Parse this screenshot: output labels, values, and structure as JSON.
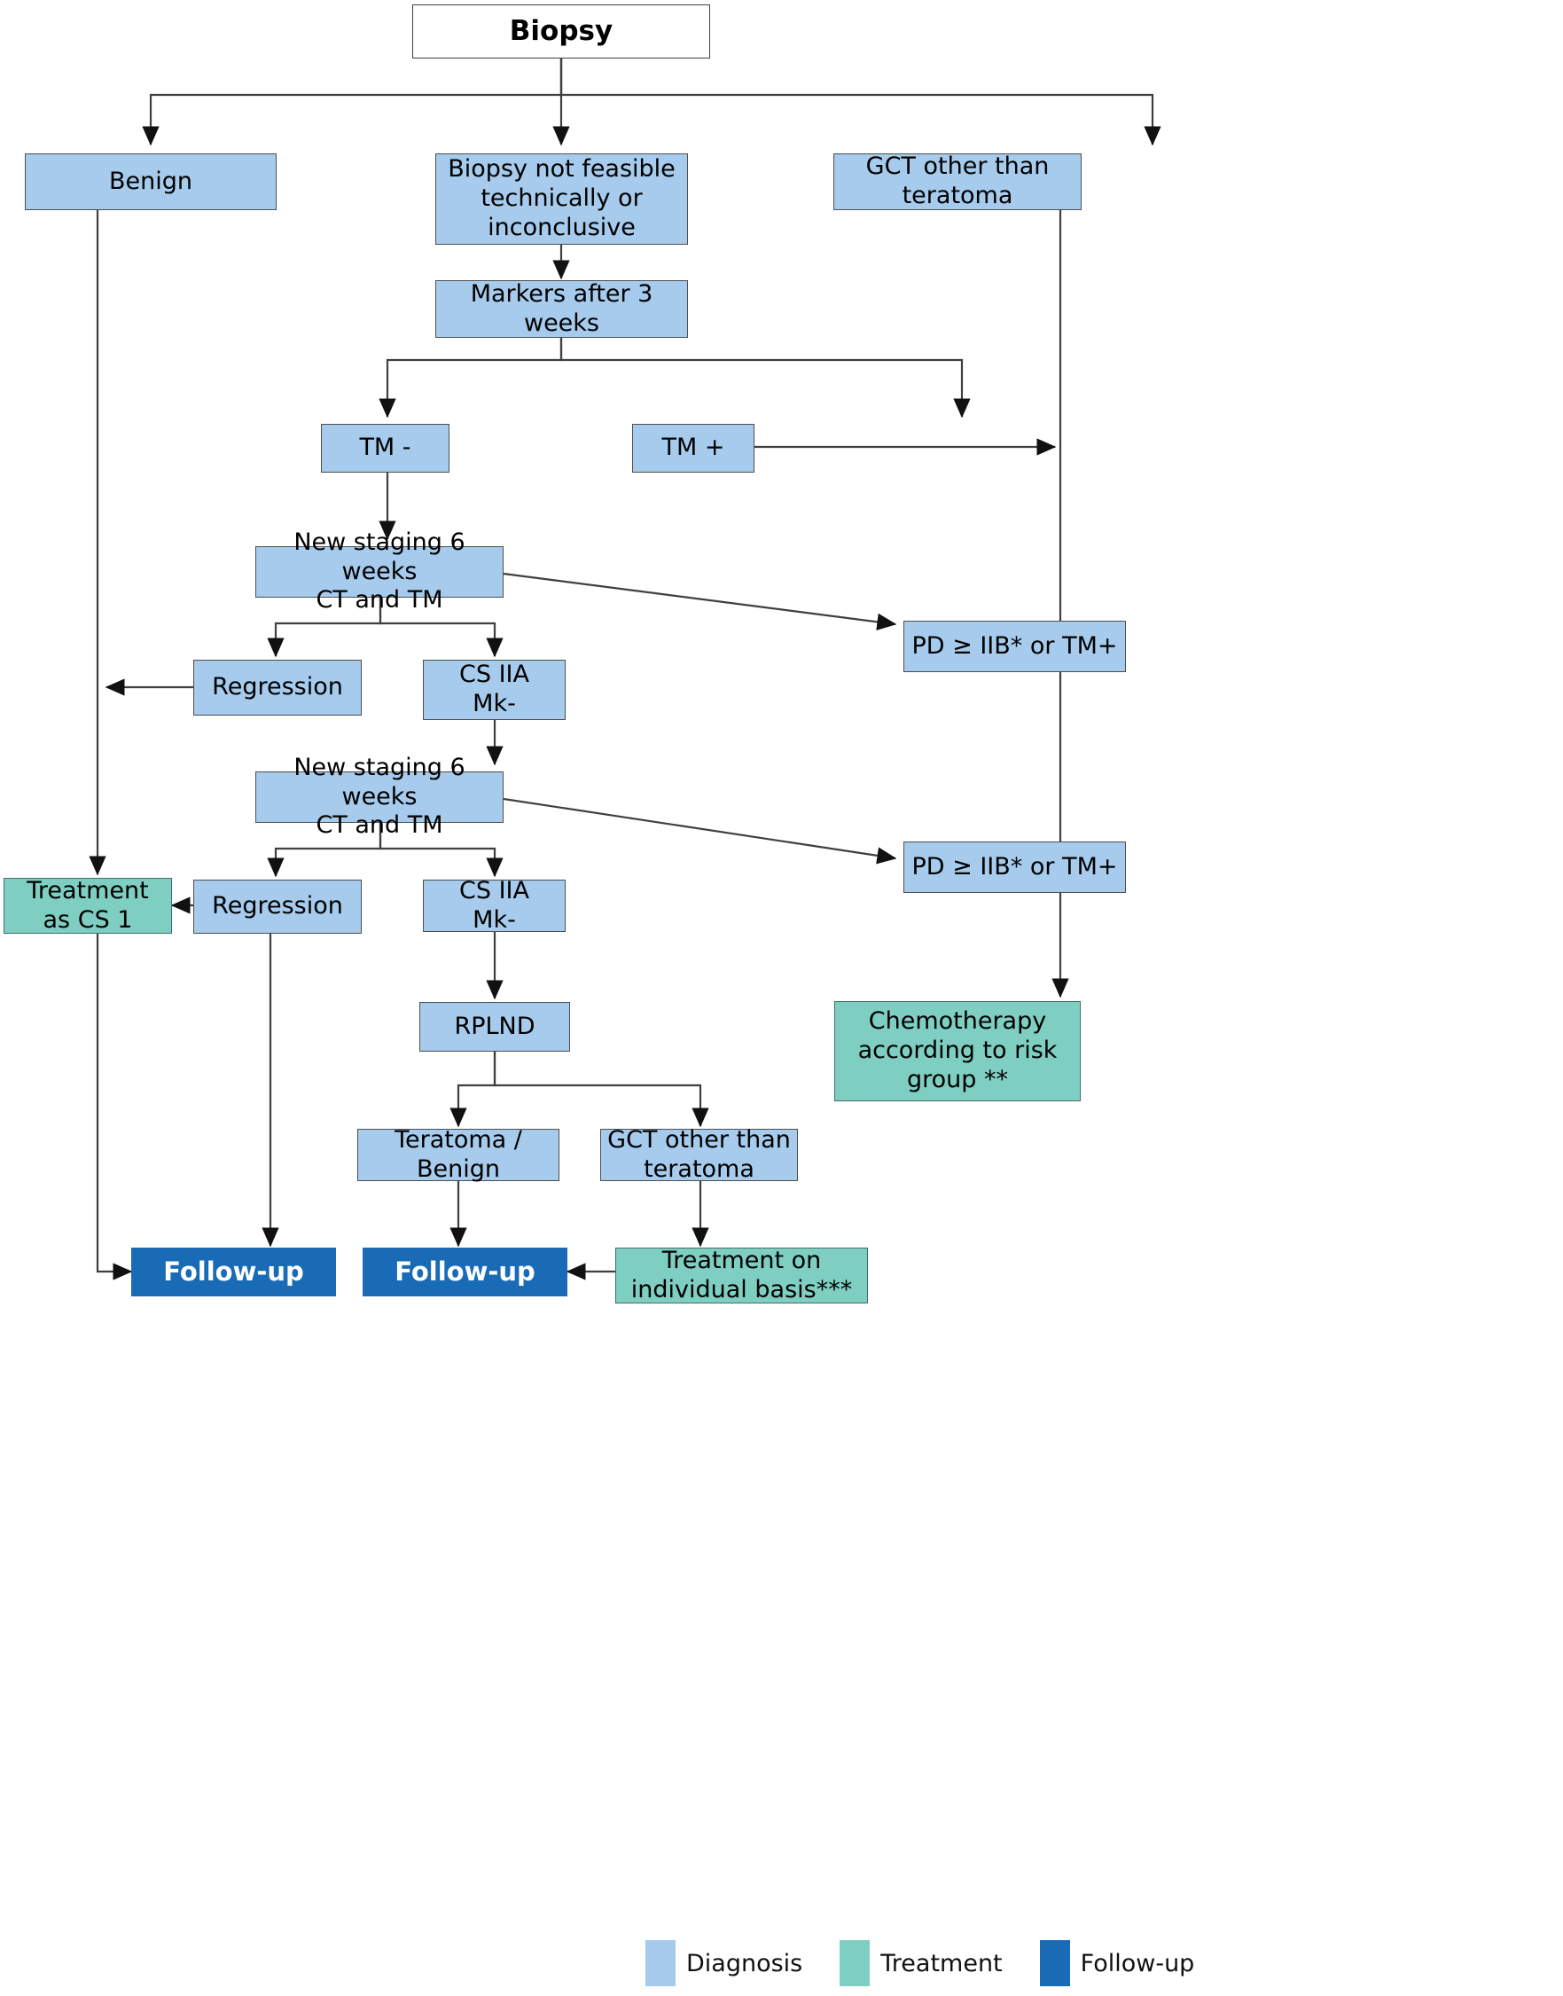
{
  "diagram": {
    "title": "Biopsy",
    "type": "clinical-flowchart",
    "colors": {
      "diagnosis": "#a6cbec",
      "treatment": "#7fcec2",
      "followup": "#1a6bb5",
      "start_fill": "#ffffff",
      "edge": "#3f3f3f"
    },
    "nodes": [
      {
        "id": "biopsy",
        "label": "Biopsy",
        "category": "start"
      },
      {
        "id": "benign",
        "label": "Benign",
        "category": "diagnosis"
      },
      {
        "id": "not_feasible",
        "label": "Biopsy not feasible technically or inconclusive",
        "category": "diagnosis"
      },
      {
        "id": "gct_other_top",
        "label": "GCT other than teratoma",
        "category": "diagnosis"
      },
      {
        "id": "markers3w",
        "label": "Markers after 3 weeks",
        "category": "diagnosis"
      },
      {
        "id": "tm_minus",
        "label": "TM -",
        "category": "diagnosis"
      },
      {
        "id": "tm_plus",
        "label": "TM +",
        "category": "diagnosis"
      },
      {
        "id": "staging1",
        "label": "New staging 6 weeks CT and TM",
        "category": "diagnosis"
      },
      {
        "id": "pd1",
        "label": "PD ≥ IIB* or TM+",
        "category": "diagnosis"
      },
      {
        "id": "regression1",
        "label": "Regression",
        "category": "diagnosis"
      },
      {
        "id": "cs2a1",
        "label": "CS IIA Mk-",
        "category": "diagnosis"
      },
      {
        "id": "staging2",
        "label": "New staging 6 weeks CT and TM",
        "category": "diagnosis"
      },
      {
        "id": "pd2",
        "label": "PD ≥ IIB* or TM+",
        "category": "diagnosis"
      },
      {
        "id": "regression2",
        "label": "Regression",
        "category": "diagnosis"
      },
      {
        "id": "cs2a2",
        "label": "CS IIA Mk-",
        "category": "diagnosis"
      },
      {
        "id": "treat_cs1",
        "label": "Treatment as CS 1",
        "category": "treatment"
      },
      {
        "id": "rplnd",
        "label": "RPLND",
        "category": "diagnosis"
      },
      {
        "id": "teratoma",
        "label": "Teratoma / Benign",
        "category": "diagnosis"
      },
      {
        "id": "gct_other_bot",
        "label": "GCT other than teratoma",
        "category": "diagnosis"
      },
      {
        "id": "chemo",
        "label": "Chemotherapy according to risk group **",
        "category": "treatment"
      },
      {
        "id": "individual",
        "label": "Treatment on individual basis***",
        "category": "treatment"
      },
      {
        "id": "followup1",
        "label": "Follow-up",
        "category": "followup"
      },
      {
        "id": "followup2",
        "label": "Follow-up",
        "category": "followup"
      }
    ],
    "node_lines": {
      "biopsy": [
        "Biopsy"
      ],
      "benign": [
        "Benign"
      ],
      "not_feasible": [
        "Biopsy not feasible",
        "technically or",
        "inconclusive"
      ],
      "gct_other_top": [
        "GCT other than",
        "teratoma"
      ],
      "markers3w": [
        "Markers after 3",
        "weeks"
      ],
      "tm_minus": [
        "TM -"
      ],
      "tm_plus": [
        "TM +"
      ],
      "staging1": [
        "New staging 6 weeks",
        "CT and TM"
      ],
      "pd1": [
        "PD ≥ IIB* or TM+"
      ],
      "regression1": [
        "Regression"
      ],
      "cs2a1": [
        "CS IIA",
        "Mk-"
      ],
      "staging2": [
        "New staging 6 weeks",
        "CT and TM"
      ],
      "pd2": [
        "PD ≥ IIB* or TM+"
      ],
      "regression2": [
        "Regression"
      ],
      "cs2a2": [
        "CS IIA",
        "Mk-"
      ],
      "treat_cs1": [
        "Treatment",
        "as CS 1"
      ],
      "rplnd": [
        "RPLND"
      ],
      "teratoma": [
        "Teratoma /",
        "Benign"
      ],
      "gct_other_bot": [
        "GCT other than",
        "teratoma"
      ],
      "chemo": [
        "Chemotherapy",
        "according to risk",
        "group **"
      ],
      "individual": [
        "Treatment on",
        "individual basis***"
      ],
      "followup1": [
        "Follow-up"
      ],
      "followup2": [
        "Follow-up"
      ]
    },
    "legend": {
      "items": [
        {
          "label": "Diagnosis",
          "color": "#a6cbec"
        },
        {
          "label": "Treatment",
          "color": "#7fcec2"
        },
        {
          "label": "Follow-up",
          "color": "#1a6bb5"
        }
      ]
    }
  }
}
